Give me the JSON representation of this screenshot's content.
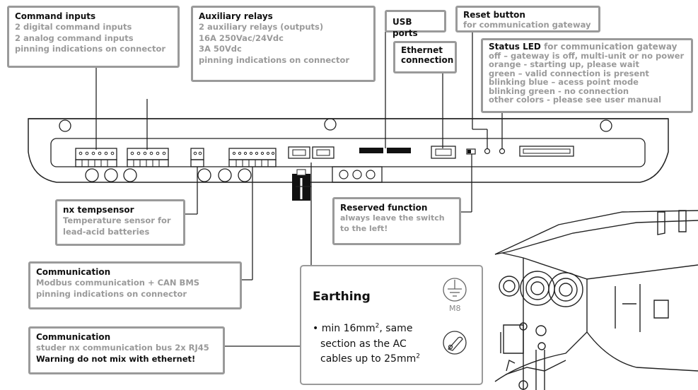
{
  "command_inputs": {
    "title": "Command inputs",
    "lines": [
      "2 digital command inputs",
      "2 analog command inputs",
      "pinning indications on connector"
    ]
  },
  "auxiliary_relays": {
    "title": "Auxiliary relays",
    "lines": [
      "2 auxiliary relays (outputs)",
      "16A 250Vac/24Vdc",
      "3A 50Vdc",
      "pinning indications on connector"
    ]
  },
  "usb_ports": {
    "title": "USB ports"
  },
  "ethernet": {
    "title_line1": "Ethernet",
    "title_line2": "connection"
  },
  "reset_button": {
    "title": "Reset button",
    "sub": "for communication gateway"
  },
  "status_led": {
    "title": "Status LED",
    "title_suffix": "for communication gateway",
    "lines": [
      "off – gateway is off, multi-unit or no power",
      "orange - starting up, please wait",
      "green – valid connection is present",
      "blinking blue – acess point mode",
      "blinking green - no connection",
      "other colors - please see user manual"
    ]
  },
  "tempsensor": {
    "title": "nx tempsensor",
    "lines": [
      "Temperature sensor for",
      "lead-acid batteries"
    ]
  },
  "reserved": {
    "title": "Reserved function",
    "lines": [
      "always leave the switch",
      "to the left!"
    ]
  },
  "communication_modbus": {
    "title": "Communication",
    "lines": [
      "Modbus communication + CAN BMS",
      "pinning indications on connector"
    ]
  },
  "communication_nx": {
    "title": "Communication",
    "lines": [
      "studer nx communication bus 2x RJ45"
    ],
    "warning": "Warning do not mix with ethernet!"
  },
  "earthing": {
    "title": "Earthing",
    "m8_label": "M8",
    "bullet": "•",
    "line1_a": "min 16mm",
    "line1_sup": "2",
    "line1_b": ", same",
    "line2": "section as the AC",
    "line3_a": "cables up to 25mm",
    "line3_sup": "2"
  },
  "colors": {
    "box_border": "#9a9a9a",
    "grey_text": "#9a9a9a",
    "line": "#222222"
  },
  "icons": [
    "earth-ground-icon",
    "cable-lug-icon"
  ]
}
